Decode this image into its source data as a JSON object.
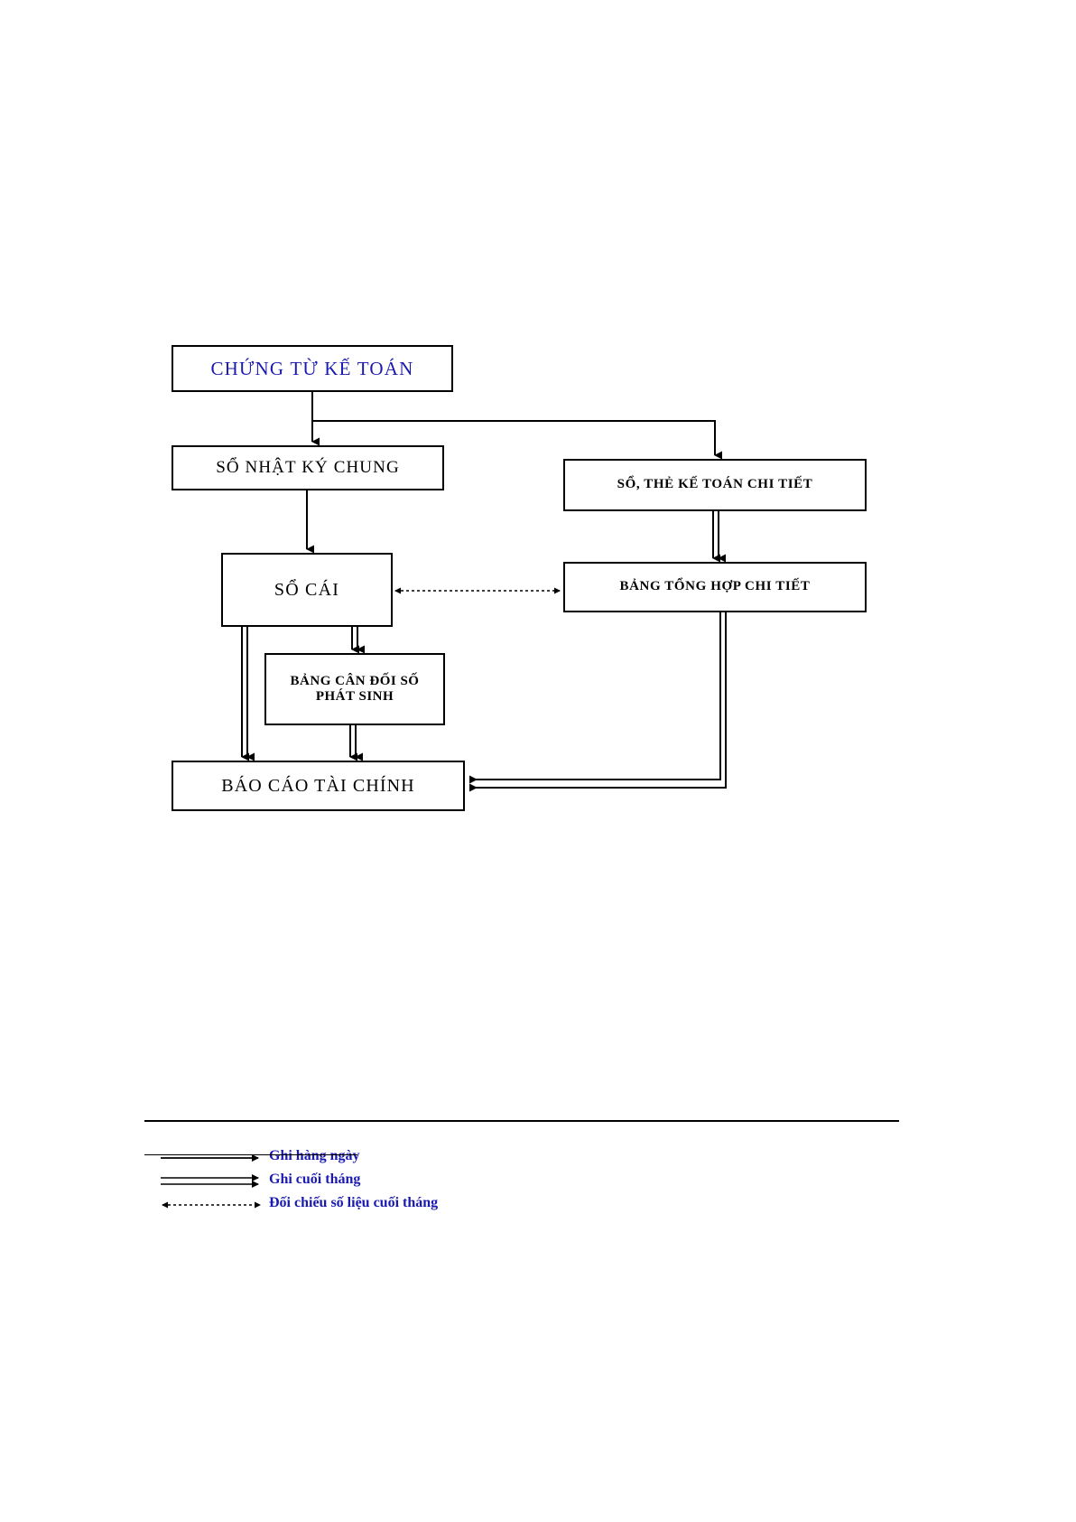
{
  "document": {
    "type": "accounting-flowchart",
    "language": "vi"
  },
  "diagram": {
    "title_node": "CHỨNG TỪ KẾ TOÁN",
    "nodes": [
      {
        "id": "chung-tu-ke-toan",
        "label": "CHỨNG TỪ KẾ TOÁN",
        "color": "#1a1ab0"
      },
      {
        "id": "so-nhat-ky-chung",
        "label": "SỔ NHẬT KÝ CHUNG",
        "color": "#000000"
      },
      {
        "id": "so-the-ke-toan-chi-tiet",
        "label": "SỔ, THẺ KẾ TOÁN CHI TIẾT",
        "color": "#000000"
      },
      {
        "id": "so-cai",
        "label": "SỔ CÁI",
        "color": "#000000"
      },
      {
        "id": "bang-tong-hop-chi-tiet",
        "label": "BẢNG TỔNG HỢP CHI TIẾT",
        "color": "#000000"
      },
      {
        "id": "bang-can-doi-so-phat-sinh",
        "label_line1": "BẢNG CÂN ĐỐI SỐ",
        "label_line2": "PHÁT SINH",
        "color": "#000000"
      },
      {
        "id": "bao-cao-tai-chinh",
        "label": "BÁO CÁO TÀI CHÍNH",
        "color": "#000000"
      }
    ]
  },
  "legend": {
    "items": [
      {
        "symbol": "single-arrow",
        "text": "Ghi hàng ngày"
      },
      {
        "symbol": "double-arrow",
        "text": "Ghi cuối tháng"
      },
      {
        "symbol": "dotted-double-arrow",
        "text": "Đối chiếu số liệu cuối tháng"
      }
    ],
    "color": "#1a1ab0"
  },
  "colors": {
    "accent_blue": "#1a1ab0",
    "line_black": "#000000",
    "page_background": "#ffffff"
  }
}
